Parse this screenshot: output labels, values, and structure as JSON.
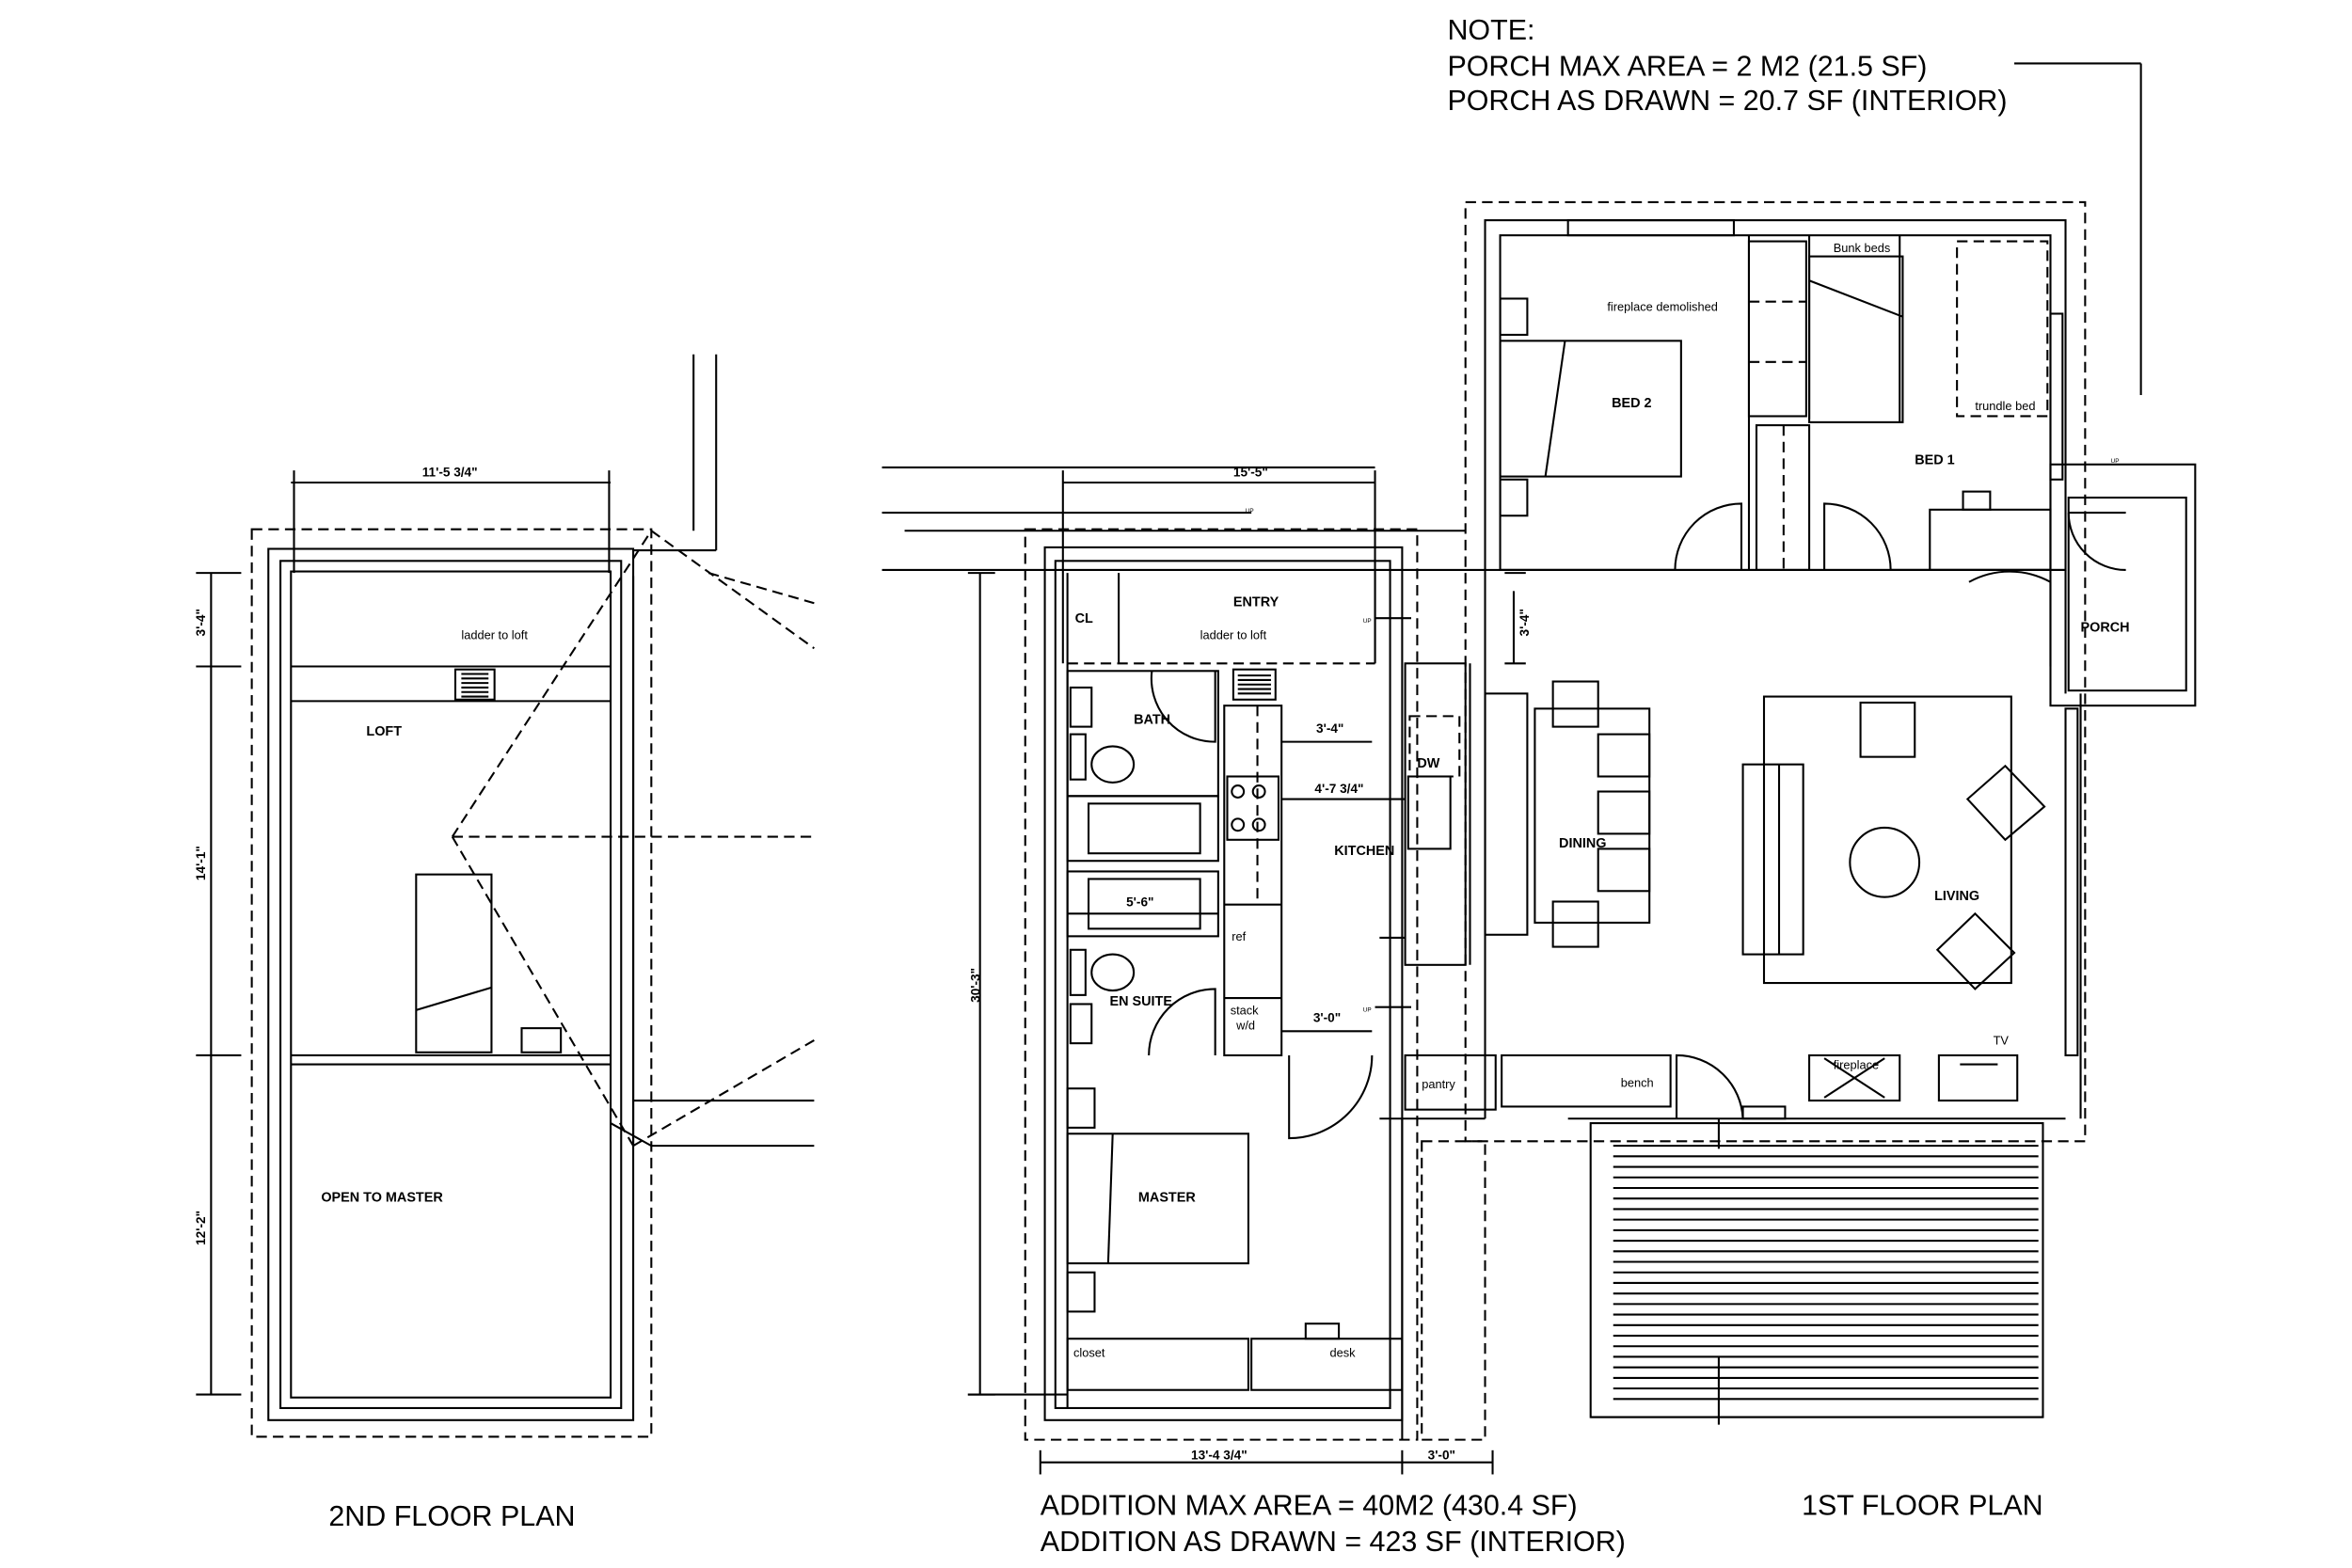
{
  "note": {
    "heading": "NOTE:",
    "line1": "PORCH MAX AREA = 2 M2 (21.5 SF)",
    "line2": "PORCH AS DRAWN = 20.7 SF (INTERIOR)"
  },
  "titles": {
    "second_floor": "2ND  FLOOR PLAN",
    "first_floor": "1ST FLOOR PLAN",
    "addition_max": "ADDITION MAX AREA = 40M2 (430.4 SF)",
    "addition_drawn": "ADDITION AS DRAWN = 423 SF (INTERIOR)"
  },
  "second_floor": {
    "rooms": {
      "ladder": "ladder to loft",
      "loft": "LOFT",
      "open": "OPEN TO MASTER"
    },
    "dims": {
      "top": "11'-5 3/4\"",
      "d1": "3'-4\"",
      "d2": "14'-1\"",
      "d3": "12'-2\""
    }
  },
  "first_floor": {
    "rooms": {
      "bed2": "BED 2",
      "fireplace_demolished": "fireplace demolished",
      "bunk": "Bunk beds",
      "bed1": "BED 1",
      "trundle": "trundle bed",
      "entry": "ENTRY",
      "ladder": "ladder to loft",
      "cl": "CL",
      "bath": "BATH",
      "dw": "DW",
      "kitchen": "KITCHEN",
      "dining": "DINING",
      "living": "LIVING",
      "porch": "PORCH",
      "ref": "ref",
      "stack": "stack",
      "wd": "w/d",
      "ensuite": "EN SUITE",
      "master": "MASTER",
      "closet": "closet",
      "desk": "desk",
      "pantry": "pantry",
      "bench": "bench",
      "fireplace": "fireplace",
      "tv": "TV",
      "up": "UP"
    },
    "dims": {
      "top": "15'-5\"",
      "entry_h": "3'-4\"",
      "kitchen_w1": "3'-4\"",
      "kitchen_w2": "4'-7 3/4\"",
      "bath": "5'-6\"",
      "hall": "3'-0\"",
      "overall_h": "30'-3\"",
      "bottom": "13'-4 3/4\"",
      "bottom2": "3'-0\""
    }
  }
}
